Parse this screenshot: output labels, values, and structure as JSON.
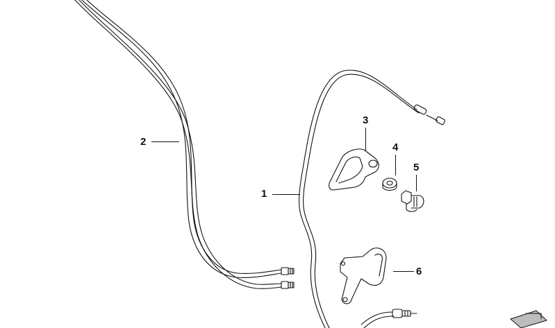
{
  "callouts": [
    {
      "id": "1",
      "label": "1",
      "part": "cable-1"
    },
    {
      "id": "2",
      "label": "2",
      "part": "cable-2"
    },
    {
      "id": "3",
      "label": "3",
      "part": "bracket-3"
    },
    {
      "id": "4",
      "label": "4",
      "part": "washer-4"
    },
    {
      "id": "5",
      "label": "5",
      "part": "bolt-5"
    },
    {
      "id": "6",
      "label": "6",
      "part": "bracket-6"
    }
  ],
  "colors": {
    "line": "#111111",
    "background": "#ffffff",
    "logo_fill": "#bdbdbd"
  }
}
